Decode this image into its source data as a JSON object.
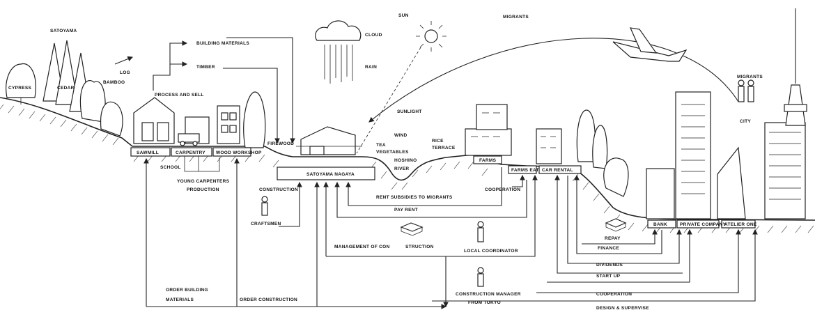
{
  "labels": {
    "satoyama": "SATOYAMA",
    "cypress": "CYPRESS",
    "cedar": "CEDAR",
    "bamboo": "BAMBOO",
    "log": "LOG",
    "building_materials": "BUILDING MATERIALS",
    "timber": "TIMBER",
    "process_and_sell": "PROCESS AND SELL",
    "cloud": "CLOUD",
    "rain": "RAIN",
    "sun": "SUN",
    "sunlight": "SUNLIGHT",
    "migrants_top": "MIGRANTS",
    "migrants_right": "MIGRANTS",
    "city": "CITY",
    "wind": "WIND",
    "tea": "TEA",
    "vegetables": "VEGETABLES",
    "rice": "RICE",
    "terrace": "TERRACE",
    "hoshino": "HOSHINO",
    "river": "RIVER",
    "firewood": "FIREWOOD",
    "sawmill": "SAWMILL",
    "carpentry": "CARPENTRY",
    "wood_workshop": "WOOD WORKSHOP",
    "school": "SCHOOL",
    "young_carpenters": "YOUNG CARPENTERS",
    "production": "PRODUCTION",
    "satoyama_nagaya": "SATOYAMA NAGAYA",
    "farms_top": "FARMS",
    "farms_eat": "FARMS EAT",
    "car_rental": "CAR RENTAL",
    "cooperation_1": "COOPERATION",
    "rent_subsidies": "RENT SUBSIDIES TO MIGRANTS",
    "pay_rent": "PAY RENT",
    "construction": "CONSTRUCTION",
    "craftsmen": "CRAFTSMEN",
    "management_of_con": "MANAGEMENT OF CON",
    "struction": "STRUCTION",
    "local_coordinator": "LOCAL COORDINATOR",
    "repay": "REPAY",
    "finance": "FINANCE",
    "dividends": "DIVIDENDS",
    "start_up": "START UP",
    "cooperation_2": "COOPERATION",
    "design_supervise": "DESIGN & SUPERVISE",
    "bank": "BANK",
    "private_company": "PRIVATE COMPANY",
    "atelier_one": "ATELIER ONE",
    "order_building": "ORDER BUILDING",
    "materials": "MATERIALS",
    "order_construction": "ORDER CONSTRUCTION",
    "construction_manager": "CONSTRUCTION MANAGER",
    "from_tokyo": "FROM TOKYO"
  }
}
